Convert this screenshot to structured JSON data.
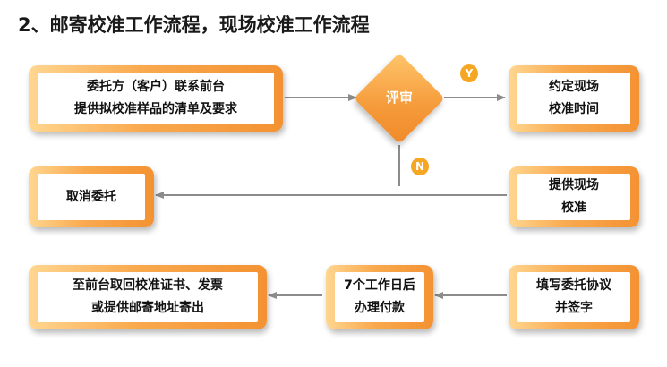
{
  "title": "2、邮寄校准工作流程，现场校准工作流程",
  "nodes": {
    "client_submit": [
      "委托方（客户）联系前台",
      "提供拟校准样品的清单及要求"
    ],
    "review": "评审",
    "schedule": [
      "约定现场",
      "校准时间"
    ],
    "cancel": [
      "取消委托"
    ],
    "onsite": [
      "提供现场",
      "校准"
    ],
    "fill_sign": [
      "填写委托协议",
      "并签字"
    ],
    "payment": [
      "7个工作日后",
      "办理付款"
    ],
    "pickup": [
      "至前台取回校准证书、发票",
      "或提供邮寄地址寄出"
    ]
  },
  "labels": {
    "yes": "Y",
    "no": "N"
  },
  "colors": {
    "accent": "#f5a623",
    "arrow": "#8c8c8c"
  }
}
